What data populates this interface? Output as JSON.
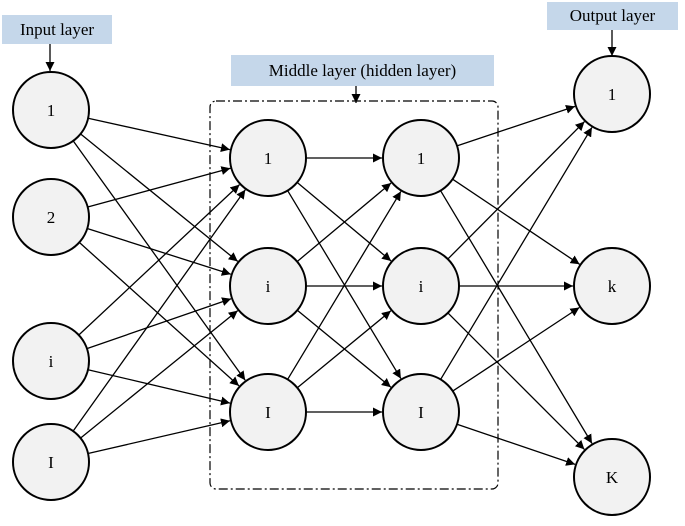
{
  "labels": {
    "input": "Input layer",
    "hidden": "Middle layer (hidden layer)",
    "output": "Output layer"
  },
  "layers": {
    "input": {
      "nodes": [
        "1",
        "2",
        "i",
        "I"
      ]
    },
    "hidden1": {
      "nodes": [
        "1",
        "i",
        "I"
      ]
    },
    "hidden2": {
      "nodes": [
        "1",
        "i",
        "I"
      ]
    },
    "output": {
      "nodes": [
        "1",
        "k",
        "K"
      ]
    }
  },
  "connections": "fully-connected",
  "colors": {
    "node_fill": "#f2f2f2",
    "label_box": "#c5d7ea",
    "stroke": "#000000"
  }
}
